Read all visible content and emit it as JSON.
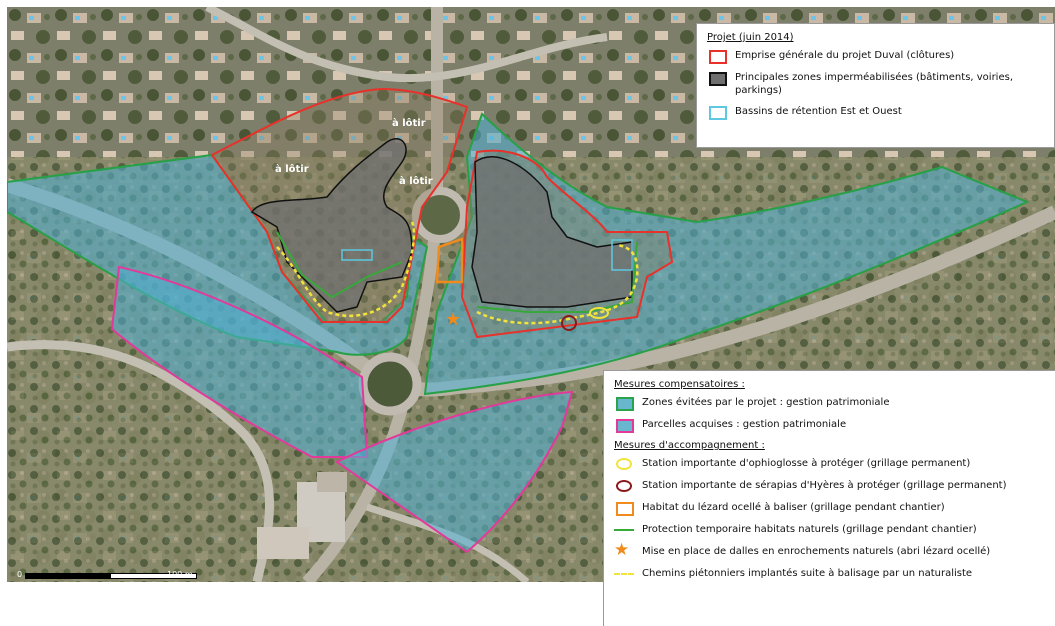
{
  "map": {
    "zone_labels": [
      "à lôtir",
      "à lôtir",
      "à lôtir"
    ],
    "scale": {
      "zero_label": "0",
      "end_label": "100 m"
    }
  },
  "legend_project": {
    "title": "Projet (juin 2014)",
    "items": [
      {
        "label": "Emprise générale du projet Duval (clôtures)",
        "color": "#e8312a",
        "symbol": "box-outline"
      },
      {
        "label": "Principales zones imperméabilisées (bâtiments, voiries, parkings)",
        "color": "#111111",
        "symbol": "box-filled-grey"
      },
      {
        "label": "Bassins de rétention Est et Ouest",
        "color": "#5fc8e0",
        "symbol": "box-outline"
      }
    ]
  },
  "legend_compensation": {
    "title": "Mesures compensatoires :",
    "items": [
      {
        "label": "Zones évitées par le projet : gestion patrimoniale",
        "color": "#2aa44a",
        "fill": "#69b7cf",
        "symbol": "box-filled"
      },
      {
        "label": "Parcelles acquises : gestion patrimoniale",
        "color": "#e23a9b",
        "fill": "#69b7cf",
        "symbol": "box-filled"
      }
    ]
  },
  "legend_accompaniment": {
    "title": "Mesures d'accompagnement :",
    "items": [
      {
        "label": "Station importante d'ophioglosse à protéger (grillage permanent)",
        "color": "#f1e33a",
        "symbol": "ellipse"
      },
      {
        "label": "Station importante de sérapias d'Hyères à protéger (grillage permanent)",
        "color": "#8b1a1a",
        "symbol": "ellipse"
      },
      {
        "label": "Habitat du lézard ocellé à baliser (grillage pendant chantier)",
        "color": "#f08a1c",
        "symbol": "box-outline"
      },
      {
        "label": "Protection temporaire habitats naturels (grillage pendant chantier)",
        "color": "#37a83a",
        "symbol": "line"
      },
      {
        "label": "Mise en place de dalles en enrochements naturels (abri lézard ocellé)",
        "color": "#f08a1c",
        "symbol": "star-icon"
      },
      {
        "label": "Chemins piétonniers implantés suite à balisage par un naturaliste",
        "color": "#f1e33a",
        "symbol": "dashed-line"
      }
    ]
  }
}
